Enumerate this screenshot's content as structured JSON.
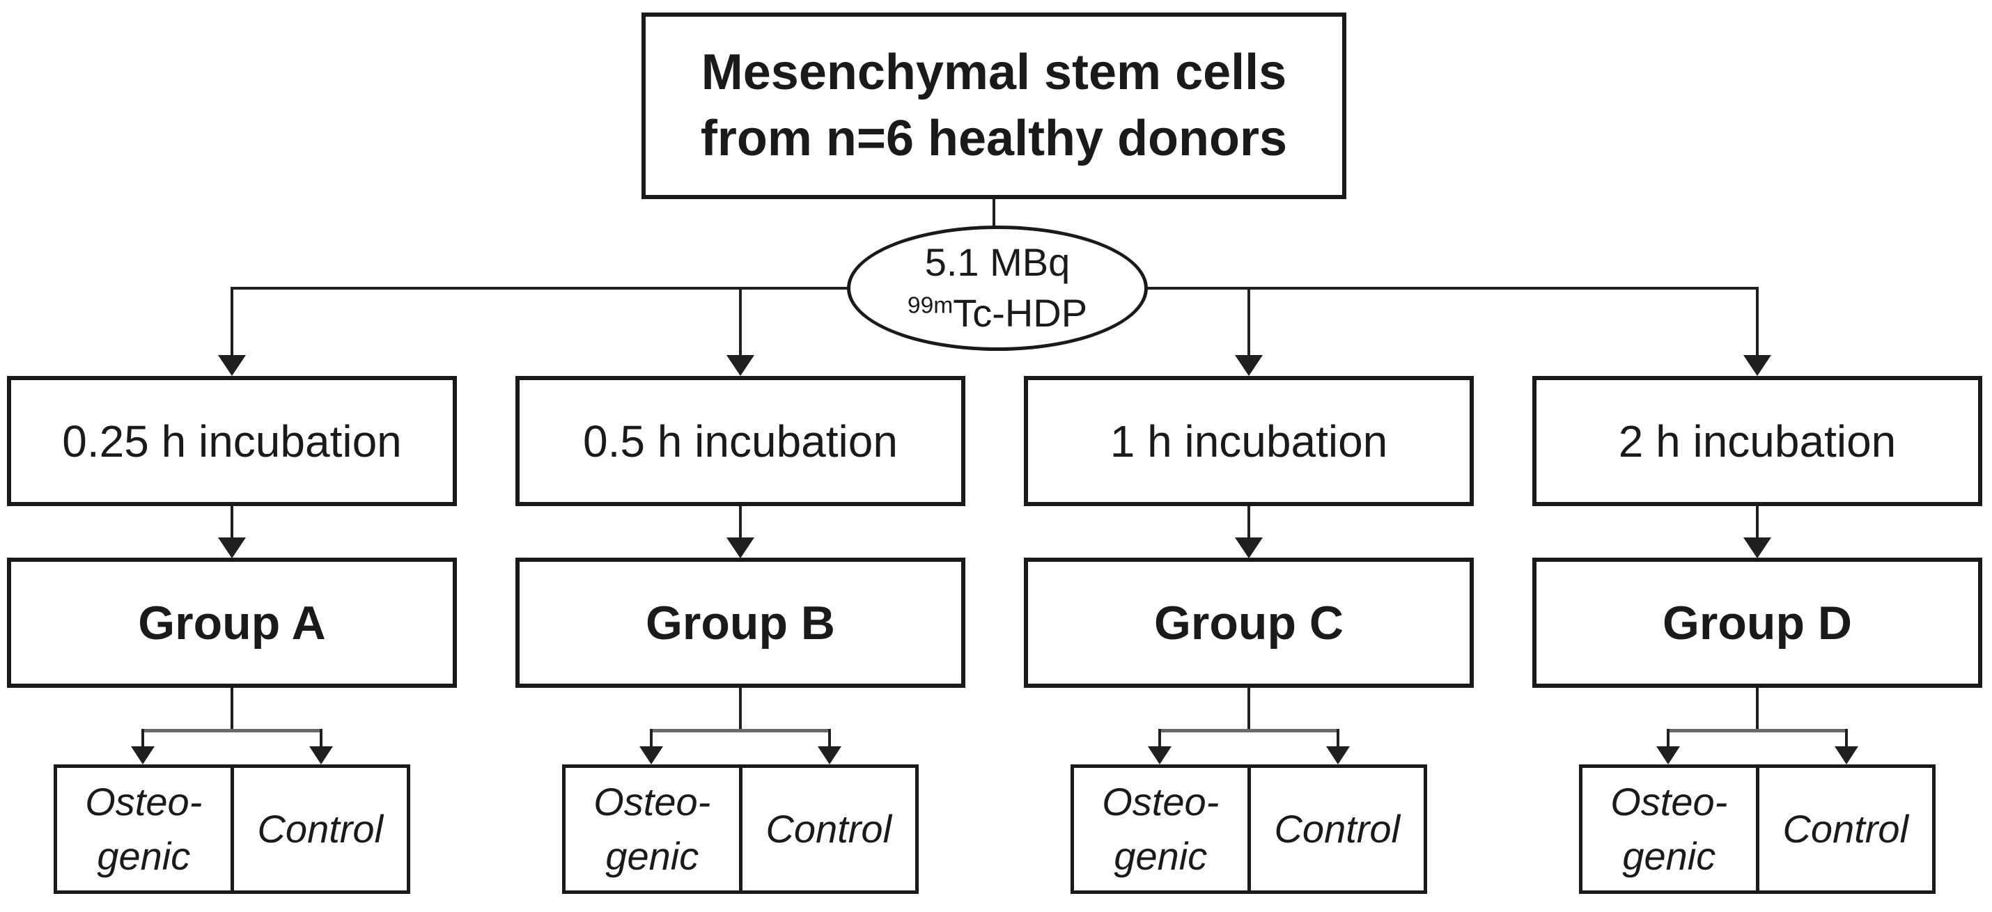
{
  "root": {
    "line1": "Mesenchymal stem cells",
    "line2": "from n=6 healthy donors"
  },
  "tracer": {
    "activity": "5.1 MBq",
    "isotope_sup": "99m",
    "isotope_name": "Tc-HDP"
  },
  "columns": [
    {
      "incubation": "0.25 h incubation",
      "group": "Group A",
      "arm_left_line1": "Osteo-",
      "arm_left_line2": "genic",
      "arm_right": "Control"
    },
    {
      "incubation": "0.5 h incubation",
      "group": "Group B",
      "arm_left_line1": "Osteo-",
      "arm_left_line2": "genic",
      "arm_right": "Control"
    },
    {
      "incubation": "1 h incubation",
      "group": "Group C",
      "arm_left_line1": "Osteo-",
      "arm_left_line2": "genic",
      "arm_right": "Control"
    },
    {
      "incubation": "2 h incubation",
      "group": "Group D",
      "arm_left_line1": "Osteo-",
      "arm_left_line2": "genic",
      "arm_right": "Control"
    }
  ],
  "colors": {
    "line": "#1f1f1f",
    "border": "#1a1a1a",
    "split_line": "#6a6a6a",
    "background": "#ffffff",
    "text": "#1a1a1a"
  }
}
